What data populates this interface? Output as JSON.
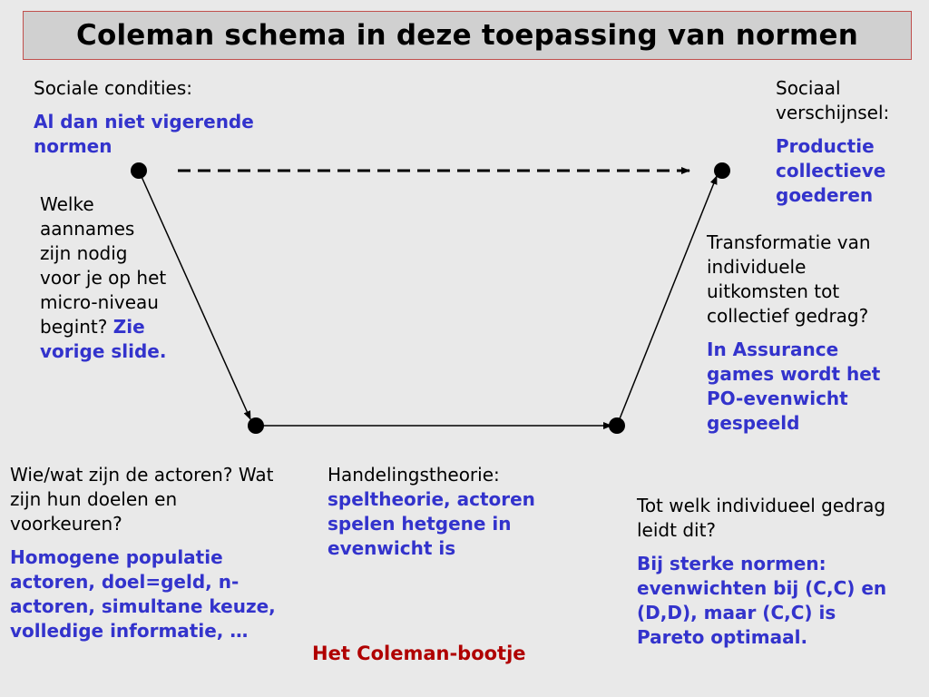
{
  "title": "Coleman schema in deze toepassing van normen",
  "top_left": {
    "heading": "Sociale condities:",
    "answer": "Al dan niet vigerende normen"
  },
  "top_right": {
    "heading": "Sociaal verschijnsel:",
    "answer": "Productie collectieve goederen"
  },
  "left_question": {
    "text": "Welke aannames zijn nodig voor je op het micro-niveau begint?",
    "answer": "Zie vorige slide."
  },
  "right_question": {
    "text": "Transformatie van individuele uitkomsten tot collectief gedrag?",
    "answer": "In Assurance games wordt het PO-evenwicht gespeeld"
  },
  "bottom_left": {
    "text": "Wie/wat zijn de actoren? Wat zijn hun doelen en voorkeuren?",
    "answer": "Homogene populatie actoren, doel=geld, n-actoren, simultane keuze, volledige informatie, …"
  },
  "bottom_middle": {
    "heading": "Handelingstheorie:",
    "answer": "speltheorie, actoren spelen hetgene in evenwicht is"
  },
  "bottom_right": {
    "text": "Tot welk individueel gedrag leidt dit?",
    "answer": "Bij sterke normen: evenwichten bij (C,C) en (D,D), maar (C,C) is Pareto optimaal."
  },
  "caption": "Het Coleman-bootje"
}
